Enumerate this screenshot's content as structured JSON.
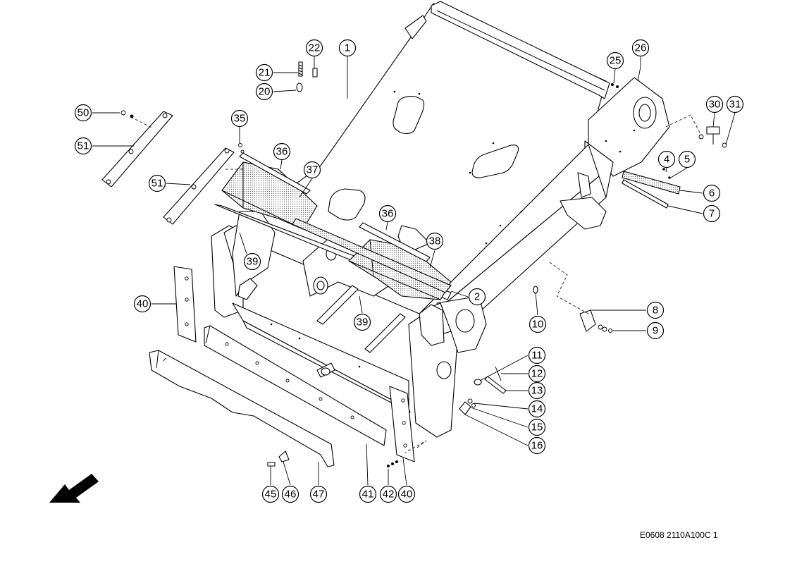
{
  "drawing_code": "E0608 2110A100C 1",
  "direction_arrow_icon": "arrow-down-left-icon",
  "callouts": [
    {
      "label": "1"
    },
    {
      "label": "2"
    },
    {
      "label": "4"
    },
    {
      "label": "5"
    },
    {
      "label": "6"
    },
    {
      "label": "7"
    },
    {
      "label": "8"
    },
    {
      "label": "9"
    },
    {
      "label": "10"
    },
    {
      "label": "11"
    },
    {
      "label": "12"
    },
    {
      "label": "13"
    },
    {
      "label": "14"
    },
    {
      "label": "15"
    },
    {
      "label": "16"
    },
    {
      "label": "20"
    },
    {
      "label": "21"
    },
    {
      "label": "22"
    },
    {
      "label": "25"
    },
    {
      "label": "26"
    },
    {
      "label": "30"
    },
    {
      "label": "31"
    },
    {
      "label": "35"
    },
    {
      "label": "36"
    },
    {
      "label": "36"
    },
    {
      "label": "37"
    },
    {
      "label": "38"
    },
    {
      "label": "39"
    },
    {
      "label": "39"
    },
    {
      "label": "40"
    },
    {
      "label": "40"
    },
    {
      "label": "41"
    },
    {
      "label": "42"
    },
    {
      "label": "45"
    },
    {
      "label": "46"
    },
    {
      "label": "47"
    },
    {
      "label": "50"
    },
    {
      "label": "51"
    },
    {
      "label": "51"
    }
  ]
}
